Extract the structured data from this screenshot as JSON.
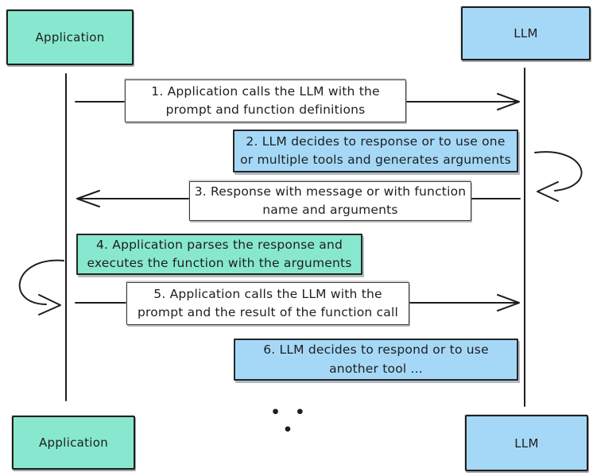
{
  "actors": {
    "app_top": {
      "label": "Application"
    },
    "llm_top": {
      "label": "LLM"
    },
    "app_bottom": {
      "label": "Application"
    },
    "llm_bottom": {
      "label": "LLM"
    }
  },
  "colors": {
    "teal": "#87e8cf",
    "blue": "#a5d8f7",
    "ink": "#1e1e1e"
  },
  "steps": [
    {
      "id": 1,
      "fill": "white",
      "direction": "application-to-llm",
      "lines": [
        "1. Application calls the LLM with the",
        "prompt and function definitions"
      ]
    },
    {
      "id": 2,
      "fill": "blue",
      "direction": "llm-self-loop",
      "lines": [
        "2. LLM decides to response or to use one",
        "or multiple tools and generates arguments"
      ]
    },
    {
      "id": 3,
      "fill": "white",
      "direction": "llm-to-application",
      "lines": [
        "3. Response with message or with function",
        "name and arguments"
      ]
    },
    {
      "id": 4,
      "fill": "teal",
      "direction": "application-self-loop",
      "lines": [
        "4. Application parses the response and",
        "executes the function with the arguments"
      ]
    },
    {
      "id": 5,
      "fill": "white",
      "direction": "application-to-llm",
      "lines": [
        "5. Application calls the LLM with the",
        "prompt and the result of the function call"
      ]
    },
    {
      "id": 6,
      "fill": "blue",
      "direction": "llm-self-loop",
      "lines": [
        "6. LLM decides to respond or to use",
        "another tool ..."
      ]
    }
  ],
  "ellipsis": "•  •  •"
}
